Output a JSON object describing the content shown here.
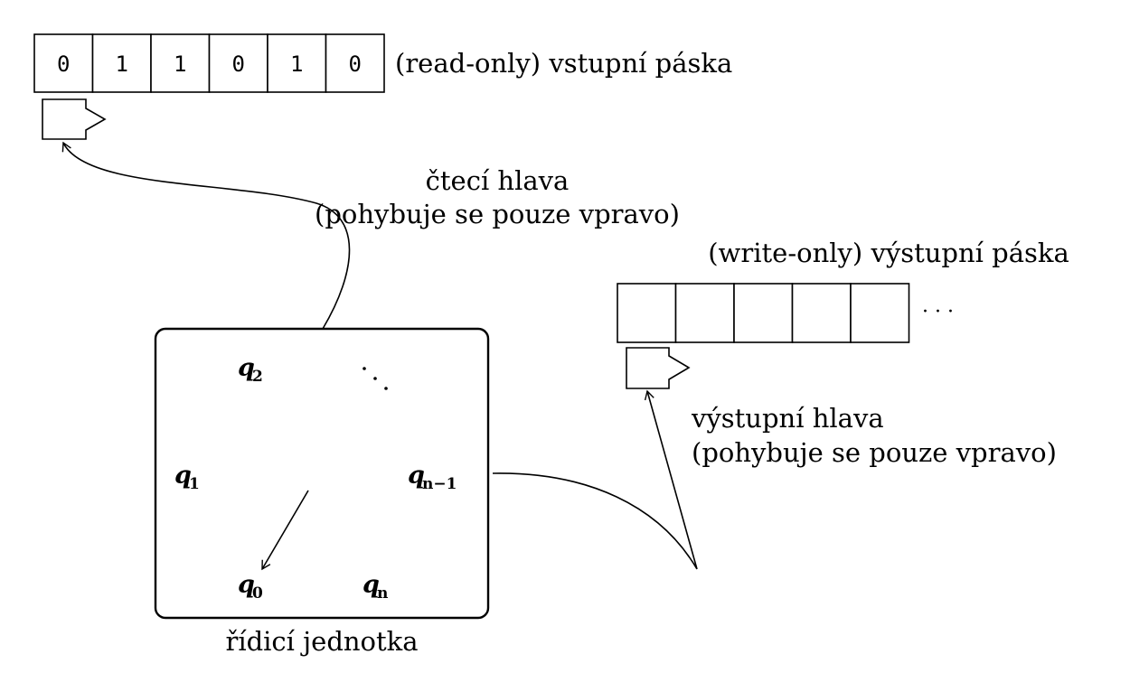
{
  "input_tape": {
    "cells": [
      "0",
      "1",
      "1",
      "0",
      "1",
      "0"
    ],
    "label": "(read-only) vstupní páska"
  },
  "read_head": {
    "label_line1": "čtecí hlava",
    "label_line2": "(pohybuje se pouze vpravo)"
  },
  "output_tape": {
    "cells": [
      "",
      "",
      "",
      "",
      ""
    ],
    "label": "(write-only) výstupní páska",
    "continuation": "· · ·"
  },
  "output_head": {
    "label_line1": "výstupní hlava",
    "label_line2": "(pohybuje se pouze vpravo)"
  },
  "control_unit": {
    "label": "řídicí jednotka",
    "states": [
      {
        "id": "q2",
        "base": "q",
        "sub": "2"
      },
      {
        "id": "q1",
        "base": "q",
        "sub": "1"
      },
      {
        "id": "qn-1",
        "base": "q",
        "sub": "n−1"
      },
      {
        "id": "q0",
        "base": "q",
        "sub": "0"
      },
      {
        "id": "qn",
        "base": "q",
        "sub": "n"
      }
    ],
    "ellipsis": "⋱"
  }
}
